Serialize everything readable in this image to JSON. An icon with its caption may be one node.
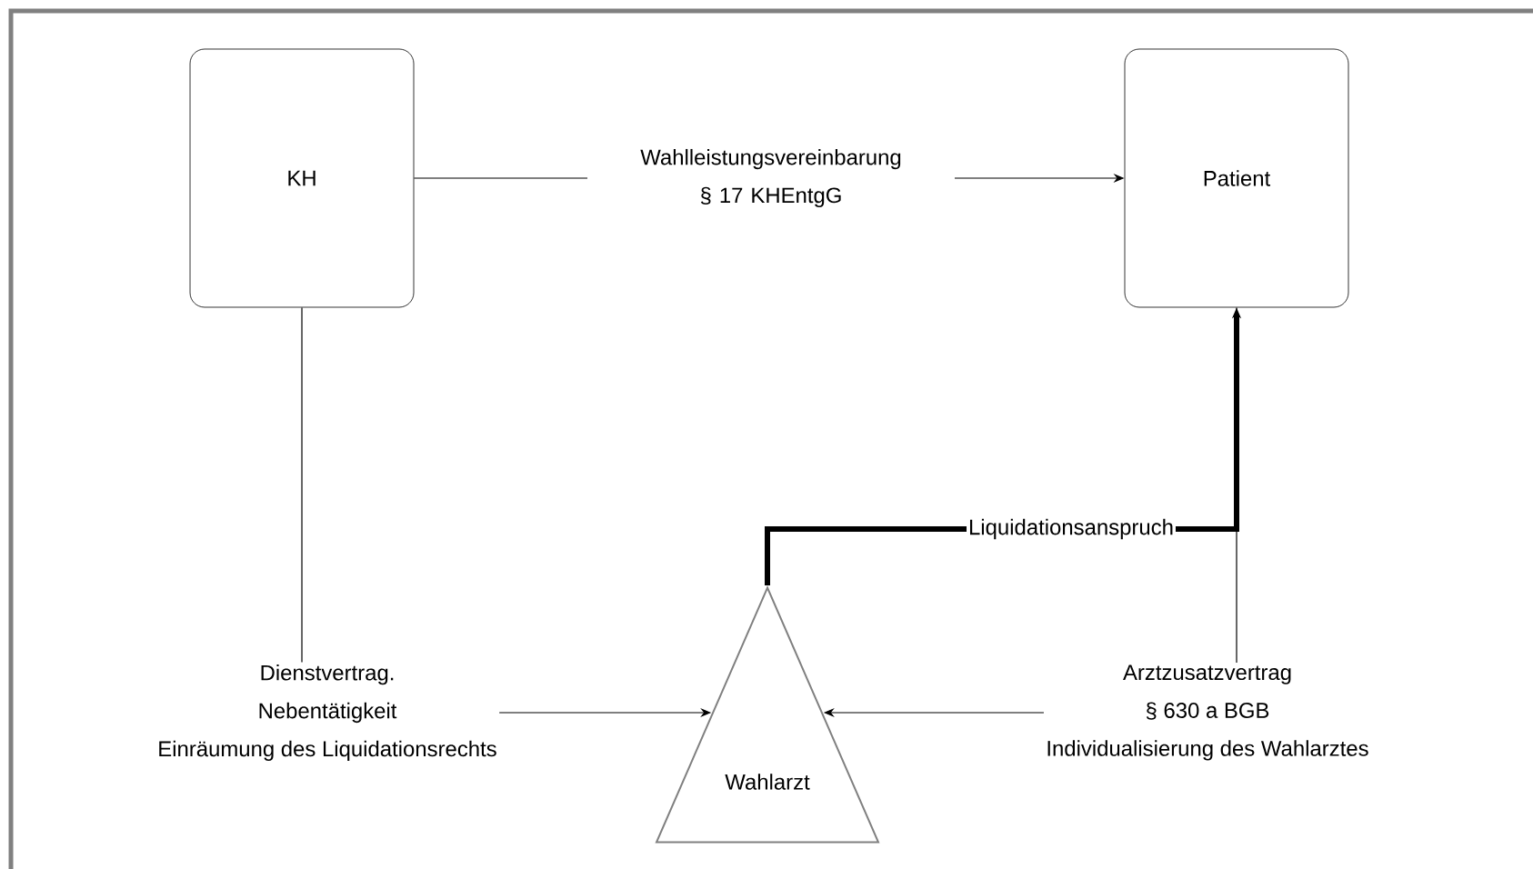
{
  "diagram": {
    "nodes": [
      {
        "text": [
          "KH"
        ]
      },
      {
        "text": [
          "Patient"
        ]
      },
      {
        "text": [
          "Dienstvertrag.",
          "Nebentätigkeit",
          "Einräumung des Liquidationsrechts"
        ]
      },
      {
        "text": [
          "Arztzusatzvertrag",
          "§ 630 a BGB",
          "Individualisierung des Wahlarztes"
        ]
      },
      {
        "text": [
          "Wahlarzt"
        ]
      }
    ],
    "edges": [
      {
        "from": 0,
        "to": 1,
        "arrow": "to",
        "label": "Wahlleistungsvereinbarung § 17 KHEntgG"
      },
      {
        "from": 0,
        "to": 2,
        "arrow": "none"
      },
      {
        "from": 2,
        "to": 4,
        "arrow": "to"
      },
      {
        "from": 3,
        "to": 1,
        "arrow": "none"
      },
      {
        "from": 3,
        "to": 4,
        "arrow": "to"
      },
      {
        "from": 4,
        "to": 1,
        "arrow": "to",
        "style": "thick",
        "label": "Liquidationsanspruch"
      }
    ]
  }
}
